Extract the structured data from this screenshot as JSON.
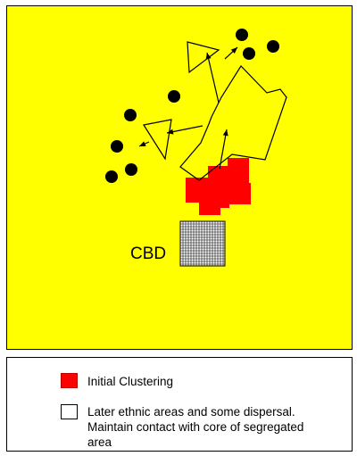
{
  "diagram": {
    "background_color": "#FFFF00",
    "cluster_color": "#FF0000",
    "dot_color": "#000000",
    "cbd_label": "CBD",
    "cbd_fill": "#ffffff",
    "cbd_grid": "#000000"
  },
  "legend": {
    "items": [
      {
        "label": "Initial Clustering",
        "swatch_color": "#FF0000"
      },
      {
        "label": "Later ethnic areas and some dispersal. Maintain contact with core of segregated area",
        "swatch_color": "#ffffff"
      }
    ]
  }
}
